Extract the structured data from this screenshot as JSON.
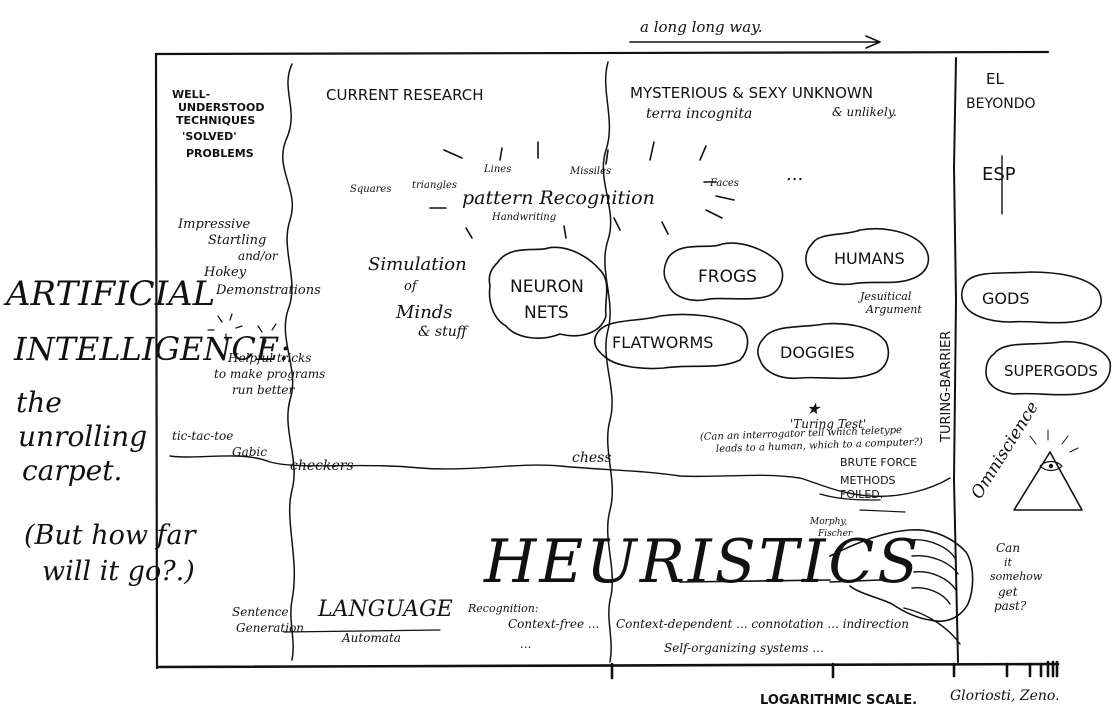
{
  "top_arrow_label": "a long long way.",
  "columns": {
    "solved": [
      "WELL-",
      "UNDERSTOOD",
      "TECHNIQUES",
      "'SOLVED'",
      "PROBLEMS"
    ],
    "current": "CURRENT RESEARCH",
    "mysterious": "MYSTERIOUS & SEXY UNKNOWN",
    "terra": "terra incognita",
    "unlikely": "& unlikely.",
    "beyondo": [
      "EL",
      "BEYONDO"
    ]
  },
  "left_title": [
    "ARTIFICIAL",
    "INTELLIGENCE:",
    "the",
    "unrolling",
    "carpet."
  ],
  "left_question": [
    "(But how far",
    "will it go?.)"
  ],
  "left_notes": {
    "impressive": [
      "Impressive",
      "Startling",
      "and/or",
      "Hokey",
      "Demonstrations"
    ],
    "helpful": [
      "Helpful tricks",
      "to make programs",
      "run better"
    ]
  },
  "games": {
    "tictactoe": "tic-tac-toe",
    "gabic": "Gabic",
    "checkers": "checkers",
    "chess": "chess"
  },
  "pattern": {
    "main": "pattern Recognition",
    "lines": "Lines",
    "missiles": "Missiles",
    "faces": "Faces",
    "triangles": "triangles",
    "squares": "Squares",
    "handwriting": "Handwriting",
    "dots": "..."
  },
  "simulation": [
    "Simulation",
    "of",
    "Minds",
    "& stuff"
  ],
  "clouds": {
    "neuron": [
      "NEURON",
      "NETS"
    ],
    "frogs": "FROGS",
    "humans": "HUMANS",
    "flatworms": "FLATWORMS",
    "doggies": "DOGGIES",
    "gods": "GODS",
    "supergods": "SUPERGODS"
  },
  "esp": "ESP",
  "jesuitical": [
    "Jesuitical",
    "Argument"
  ],
  "turing_barrier": "TURING-BARRIER",
  "turing_test": [
    "'Turing Test'",
    "(Can an interrogator tell which teletype",
    "leads to a human, which to a computer?)"
  ],
  "brute_force": "BRUTE FORCE",
  "methods_foiled": [
    "METHODS",
    "FOILED."
  ],
  "morphy": [
    "Morphy,",
    "Fischer"
  ],
  "omniscience": "Omniscience",
  "can_it": [
    "Can",
    "it",
    "somehow",
    "get",
    "past?"
  ],
  "heuristics": "HEURISTICS",
  "language": {
    "sentence": [
      "Sentence",
      "Generation"
    ],
    "title": "LANGUAGE",
    "automata": "Automata",
    "recognition": "Recognition:",
    "context_free": "Context-free ...",
    "context_dependent": "Context-dependent ... connotation ... indirection",
    "self_organizing": "Self-organizing systems ...",
    "dots": "..."
  },
  "bottom": {
    "log_scale": "LOGARITHMIC SCALE.",
    "gloriosti": "Gloriosti, Zeno."
  }
}
